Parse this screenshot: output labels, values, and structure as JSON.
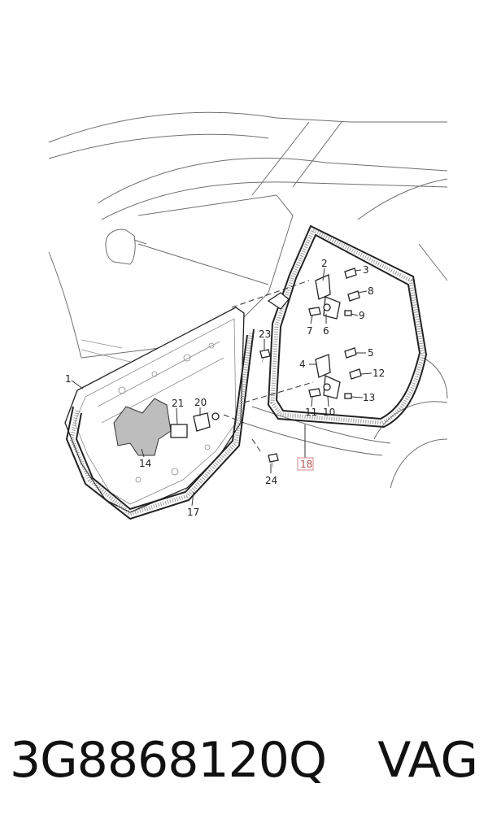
{
  "diagram": {
    "callouts": [
      {
        "id": "1",
        "label": "1"
      },
      {
        "id": "2",
        "label": "2"
      },
      {
        "id": "3",
        "label": "3"
      },
      {
        "id": "4",
        "label": "4"
      },
      {
        "id": "5",
        "label": "5"
      },
      {
        "id": "6",
        "label": "6"
      },
      {
        "id": "7",
        "label": "7"
      },
      {
        "id": "8",
        "label": "8"
      },
      {
        "id": "9",
        "label": "9"
      },
      {
        "id": "10",
        "label": "10"
      },
      {
        "id": "11",
        "label": "11"
      },
      {
        "id": "12",
        "label": "12"
      },
      {
        "id": "13",
        "label": "13"
      },
      {
        "id": "14",
        "label": "14"
      },
      {
        "id": "17",
        "label": "17"
      },
      {
        "id": "18",
        "label": "18",
        "highlighted": true
      },
      {
        "id": "20",
        "label": "20"
      },
      {
        "id": "21",
        "label": "21"
      },
      {
        "id": "23",
        "label": "23"
      },
      {
        "id": "24",
        "label": "24"
      }
    ],
    "highlight_color": "#d98a8a"
  },
  "footer": {
    "part_number": "3G8868120Q",
    "brand": "VAG"
  }
}
